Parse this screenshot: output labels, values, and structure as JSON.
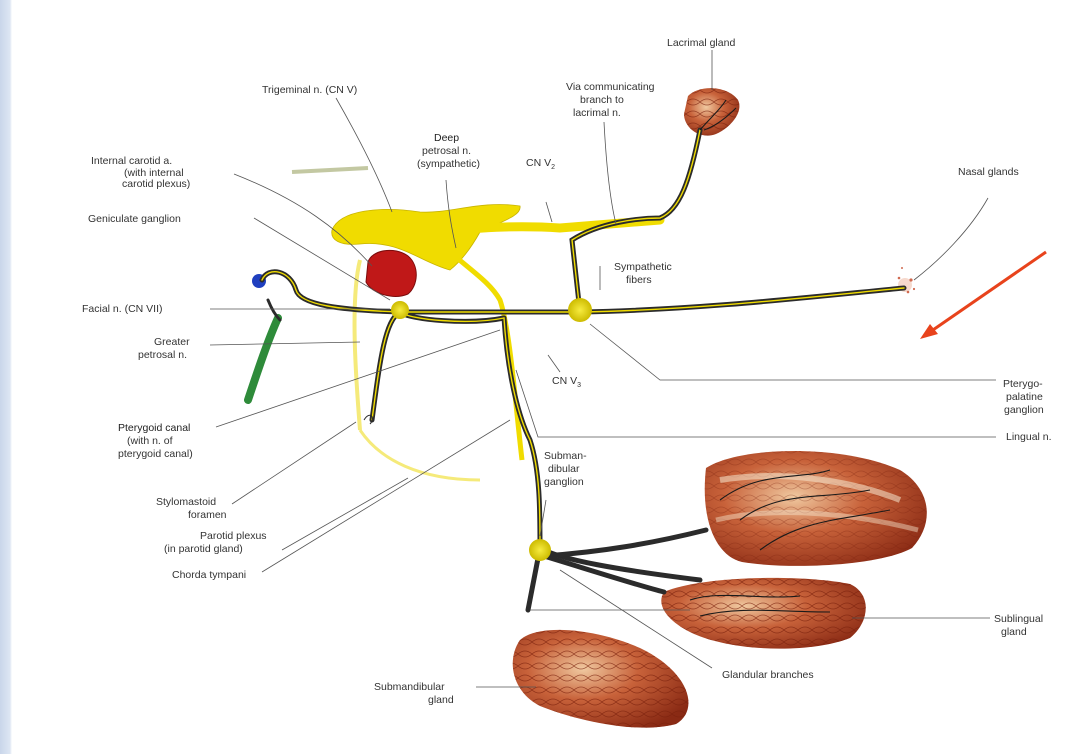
{
  "labels": {
    "lacrimal_gland": "Lacrimal gland",
    "trigeminal": "Trigeminal n. (CN V)",
    "via_comm_1": "Via communicating",
    "via_comm_2": "branch to",
    "via_comm_3": "lacrimal n.",
    "deep_petrosal_1": "Deep",
    "deep_petrosal_2": "petrosal n.",
    "deep_petrosal_3": "(sympathetic)",
    "cn_v2": "CN V",
    "cn_v2_sub": "2",
    "internal_carotid_1": "Internal carotid a.",
    "internal_carotid_2": "(with internal",
    "internal_carotid_3": "carotid plexus)",
    "nasal_glands": "Nasal glands",
    "geniculate": "Geniculate ganglion",
    "sympathetic_1": "Sympathetic",
    "sympathetic_2": "fibers",
    "facial": "Facial n. (CN VII)",
    "greater_petrosal_1": "Greater",
    "greater_petrosal_2": "petrosal n.",
    "cn_v3": "CN V",
    "cn_v3_sub": "3",
    "pterygopalatine_1": "Pterygo-",
    "pterygopalatine_2": "palatine",
    "pterygopalatine_3": "ganglion",
    "pterygoid_canal_1": "Pterygoid canal",
    "pterygoid_canal_2": "(with n. of",
    "pterygoid_canal_3": "pterygoid canal)",
    "lingual": "Lingual n.",
    "submandibular_ganglion_1": "Subman-",
    "submandibular_ganglion_2": "dibular",
    "submandibular_ganglion_3": "ganglion",
    "stylomastoid_1": "Stylomastoid",
    "stylomastoid_2": "foramen",
    "parotid_1": "Parotid plexus",
    "parotid_2": "(in parotid gland)",
    "chorda": "Chorda tympani",
    "sublingual_1": "Sublingual",
    "sublingual_2": "gland",
    "glandular": "Glandular branches",
    "submandibular_gland_1": "Submandibular",
    "submandibular_gland_2": "gland"
  },
  "colors": {
    "nerve_yellow": "#f2e000",
    "nerve_dark": "#2b2b2b",
    "ganglion": "#e8d400",
    "gland": "#b8452a",
    "carotid": "#c01818",
    "arrow": "#e8431c",
    "facial_green": "#2e8b3a",
    "facial_blue": "#1f3fbf"
  }
}
